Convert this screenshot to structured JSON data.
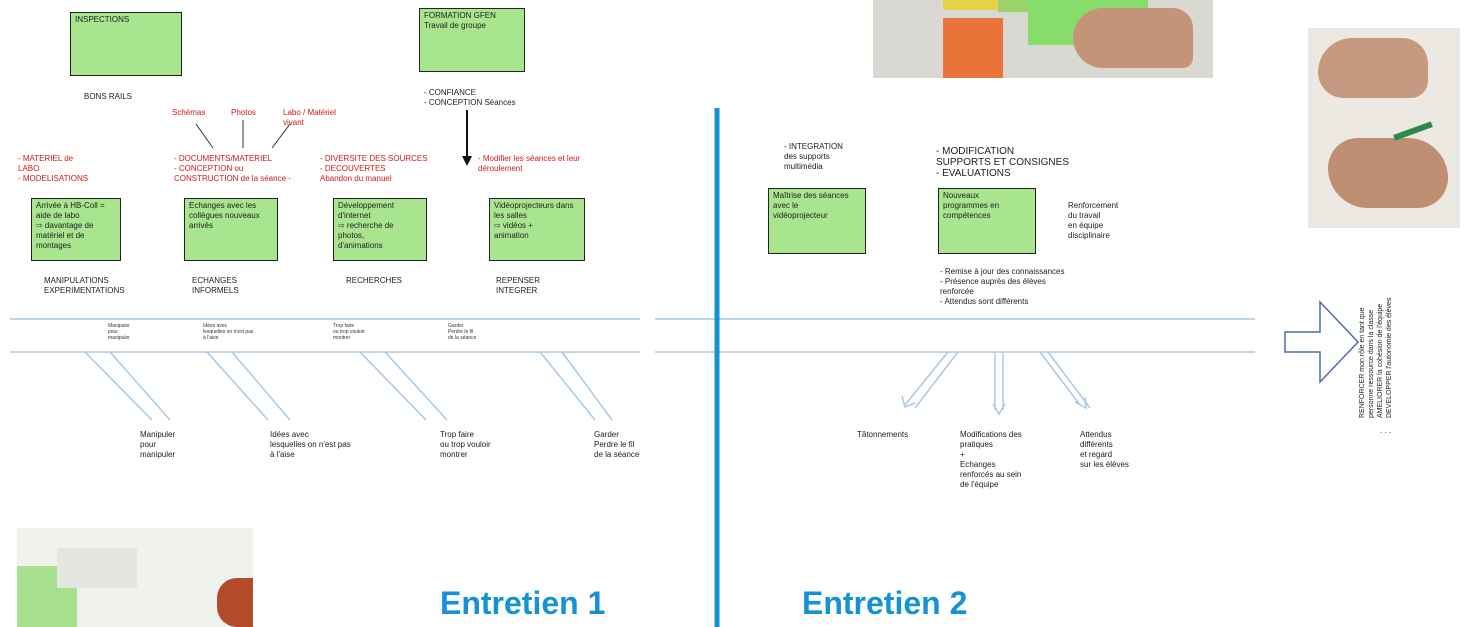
{
  "left": {
    "top_boxes": {
      "inspections": "INSPECTIONS",
      "formation": "FORMATION  GFEN\nTravail  de groupe"
    },
    "bons_rails": "BONS RAILS",
    "confiance": "-     CONFIANCE\n-     CONCEPTION  Séances",
    "red_labels": {
      "schemas": "Schémas",
      "photos": "Photos",
      "labo": "Labo / Matériel\nvivant",
      "materiel": "-      MATERIEL de\n       LABO\n-      MODELISATIONS",
      "documents": "-      DOCUMENTS/MATERIEL\n-      CONCEPTION  ou\n       CONSTRUCTION  de la séance -",
      "diversite": "-      DIVERSITE DES SOURCES\n-      DECOUVERTES\n       Abandon du manuel",
      "modifier": "-      Modifier les séances et leur\n        déroulement"
    },
    "green_boxes": [
      "Arrivée à HB-Coll =\naide de labo\n⇨    davantage de\n      matériel et de\n      montages",
      "Echanges avec les\ncollègues nouveaux\narrivés",
      "Développement\nd'internet\n⇨    recherche de\n      photos,\n      d'animations",
      "Vidéoprojecteurs dans\nles salles\n⇨    vidéos +\n      animation"
    ],
    "captions": [
      "MANIPULATIONS\nEXPERIMENTATIONS",
      "ECHANGES\nINFORMELS",
      "RECHERCHES",
      "REPENSER\nINTEGRER"
    ],
    "tiny_labels": [
      "Manipuler\npour\nmanipuler",
      "Idées avec\nlesquelles on n'est pas\nà l'aise",
      "Trop faire\nou trop vouloir\nmontrer",
      "Garder\nPerdre le fil\nde la séance"
    ],
    "bottom_labels": [
      "Manipuler\npour\nmanipuler",
      "Idées avec\nlesquelles on n'est pas\nà l'aise",
      "Trop faire\nou trop vouloir\nmontrer",
      "Garder\nPerdre le fil\nde la séance"
    ],
    "title": "Entretien 1"
  },
  "right": {
    "integration": "- INTEGRATION\ndes supports\nmultimédia",
    "modification": "- MODIFICATION\nSUPPORTS ET CONSIGNES\n- EVALUATIONS",
    "green_boxes": [
      "Maîtrise des séances\navec le\nvidéoprojecteur",
      "Nouveaux\nprogrammes en\ncompétences"
    ],
    "renforcement": "Renforcement\ndu travail\nen équipe\ndisciplinaire",
    "remise": "- Remise à jour des connaissances\n- Présence auprès des élèves\n  renforcée\n- Attendus sont différents",
    "bottom_labels": [
      "Tâtonnements",
      "Modifications des\npratiques\n            +\nEchanges\nrenforcés au sein\nde l'équipe",
      "Attendus\ndifférents\net regard\nsur les élèves"
    ],
    "rotated_text": "RENFORCER  mon rôle en tant que\npersonne ressource dans la classe\nAMELIORER  la cohésion de l'équipe\nDEVELOPPER l'autonomie des élèves",
    "dots": ".  .  .",
    "title": "Entretien 2"
  },
  "colors": {
    "box_green": "#a9e48f",
    "title_blue": "#1592d3",
    "red": "#d01818",
    "line_blue": "#a9c8e8"
  }
}
